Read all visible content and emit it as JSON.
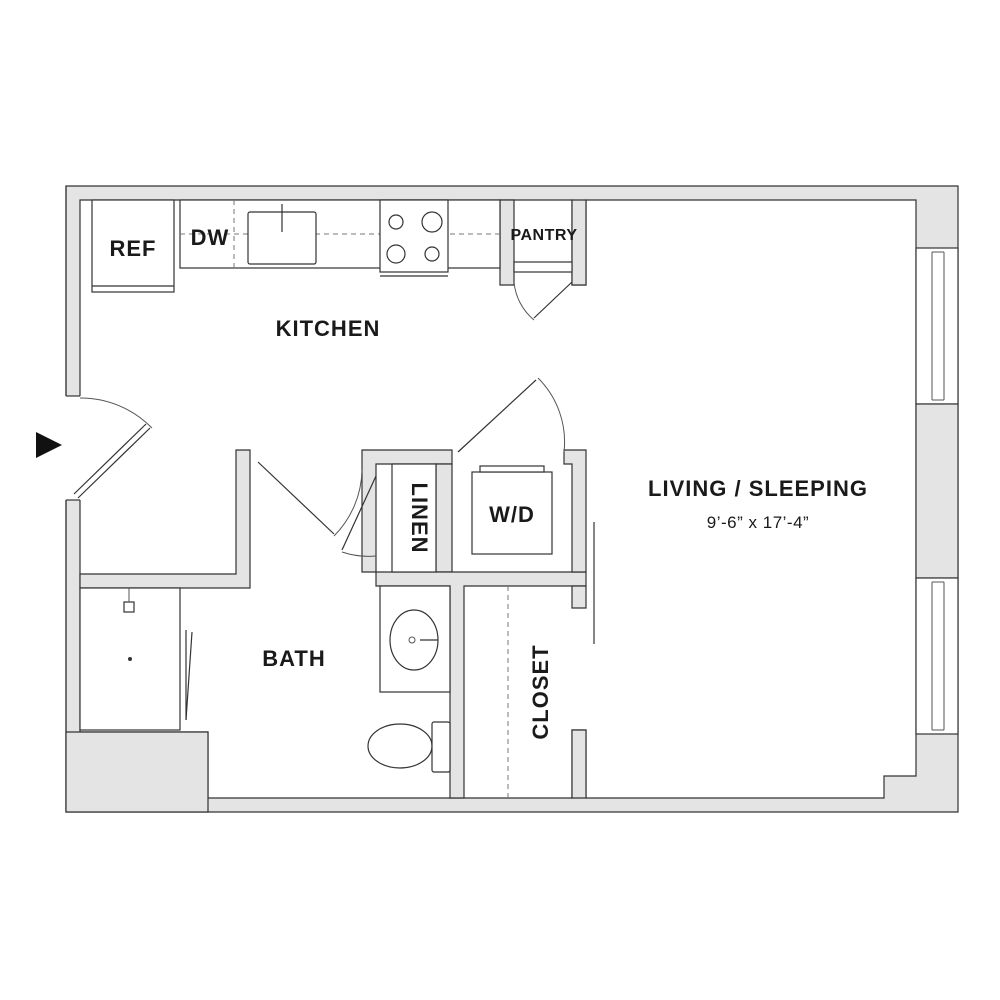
{
  "plan": {
    "rooms": {
      "kitchen": "KITCHEN",
      "living": "LIVING / SLEEPING",
      "living_dims": "9’-6” x 17’-4”",
      "bath": "BATH",
      "closet": "CLOSET",
      "linen": "LINEN",
      "pantry": "PANTRY"
    },
    "fixtures": {
      "ref": "REF",
      "dw": "DW",
      "wd": "W/D"
    }
  }
}
